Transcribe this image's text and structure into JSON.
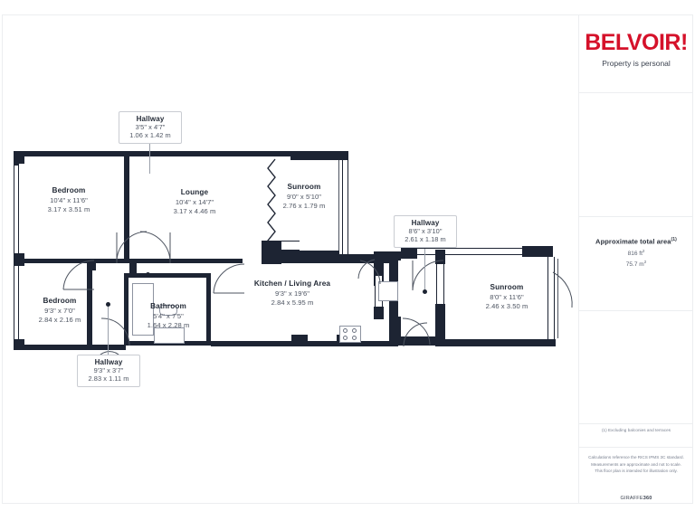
{
  "document": {
    "type": "floor-plan",
    "frame_color": "#eceef0",
    "wall_color": "#1d2433"
  },
  "sidebar": {
    "brand": {
      "logo_text": "BELVOIR!",
      "logo_color": "#d5112a",
      "tagline": "Property is personal"
    },
    "area": {
      "title": "Approximate total area",
      "title_superscript": "(1)",
      "imperial_value": "816",
      "imperial_unit": "ft",
      "imperial_unit_sup": "2",
      "metric_value": "75.7",
      "metric_unit": "m",
      "metric_unit_sup": "2"
    },
    "footnote": "(1) Excluding balconies and terraces",
    "disclaimer": "Calculations reference the RICS IPMS 3C standard. Measurements are approximate and not to scale. This floor plan is intended for illustration only.",
    "provider": {
      "name_light": "GIRAFFE",
      "name_bold": "360"
    }
  },
  "rooms": [
    {
      "id": "bedroom-top-left",
      "name": "Bedroom",
      "dim_imperial": "10'4\" x 11'6\"",
      "dim_metric": "3.17 x 3.51 m"
    },
    {
      "id": "lounge",
      "name": "Lounge",
      "dim_imperial": "10'4\" x 14'7\"",
      "dim_metric": "3.17 x 4.46 m"
    },
    {
      "id": "sunroom-top",
      "name": "Sunroom",
      "dim_imperial": "9'0\" x 5'10\"",
      "dim_metric": "2.76 x 1.79 m"
    },
    {
      "id": "bedroom-bottom-left",
      "name": "Bedroom",
      "dim_imperial": "9'3\" x 7'0\"",
      "dim_metric": "2.84 x 2.16 m"
    },
    {
      "id": "bathroom",
      "name": "Bathroom",
      "dim_imperial": "5'4\" x 7'5\"",
      "dim_metric": "1.64 x 2.28 m"
    },
    {
      "id": "kitchen-living",
      "name": "Kitchen / Living Area",
      "dim_imperial": "9'3\" x 19'6\"",
      "dim_metric": "2.84 x 5.95 m"
    },
    {
      "id": "sunroom-right",
      "name": "Sunroom",
      "dim_imperial": "8'0\" x 11'6\"",
      "dim_metric": "2.46 x 3.50 m"
    }
  ],
  "callouts": [
    {
      "id": "hallway-top",
      "name": "Hallway",
      "dim_imperial": "3'5\" x 4'7\"",
      "dim_metric": "1.06 x 1.42 m"
    },
    {
      "id": "hallway-middle",
      "name": "Hallway",
      "dim_imperial": "8'6\" x 3'10\"",
      "dim_metric": "2.61 x 1.18 m"
    },
    {
      "id": "hallway-bottom",
      "name": "Hallway",
      "dim_imperial": "9'3\" x 3'7\"",
      "dim_metric": "2.83 x 1.11 m"
    }
  ]
}
